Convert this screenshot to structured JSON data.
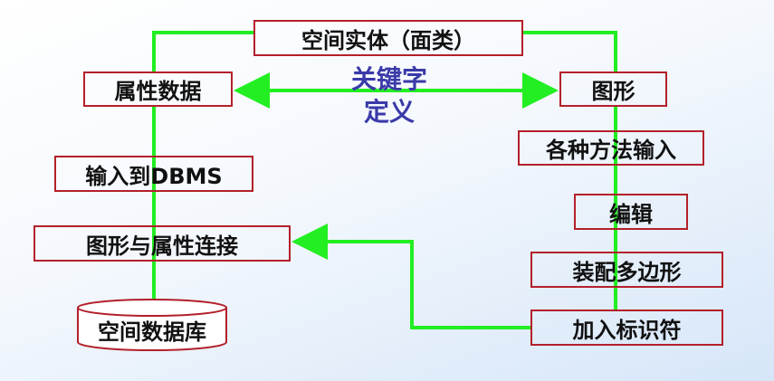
{
  "nodes": {
    "spatial_entity": "空间实体（面类）",
    "attribute_data": "属性数据",
    "graphics": "图形",
    "input_methods": "各种方法输入",
    "edit": "编辑",
    "assemble_polygons": "装配多边形",
    "add_identifier": "加入标识符",
    "input_dbms": "输入到DBMS",
    "link": "图形与属性连接",
    "spatial_database": "空间数据库"
  },
  "keyword_label": {
    "line1": "关键字",
    "line2": "定义"
  },
  "colors": {
    "line": "#22ee22",
    "border": "#b3202a",
    "keyword": "#3a3aa8"
  }
}
